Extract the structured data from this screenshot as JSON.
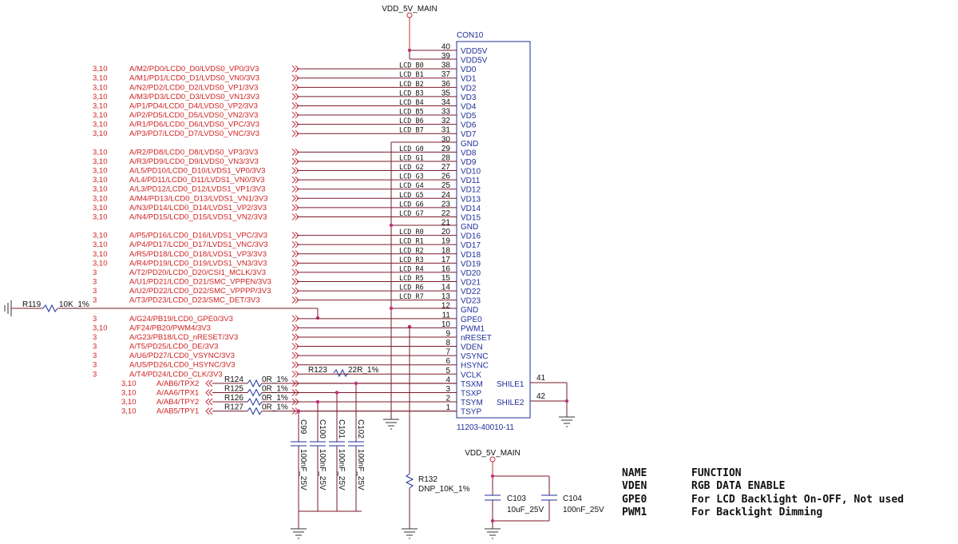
{
  "power": {
    "top": "VDD_5V_MAIN",
    "bottom": "VDD_5V_MAIN"
  },
  "connector": {
    "ref": "CON10",
    "part": "11203-40010-11",
    "shield": [
      {
        "name": "SHILE1",
        "pin": "41"
      },
      {
        "name": "SHILE2",
        "pin": "42"
      }
    ]
  },
  "pins": [
    {
      "pin": "40",
      "name": "VDD5V",
      "net": "",
      "sheet": "",
      "wire": ""
    },
    {
      "pin": "39",
      "name": "VDD5V",
      "net": "",
      "sheet": "",
      "wire": ""
    },
    {
      "pin": "38",
      "name": "VD0",
      "net": "A/M2/PD0/LCD0_D0/LVDS0_VP0/3V3",
      "sheet": "3,10",
      "wire": "LCD B0"
    },
    {
      "pin": "37",
      "name": "VD1",
      "net": "A/M1/PD1/LCD0_D1/LVDS0_VN0/3V3",
      "sheet": "3,10",
      "wire": "LCD B1"
    },
    {
      "pin": "36",
      "name": "VD2",
      "net": "A/N2/PD2/LCD0_D2/LVDS0_VP1/3V3",
      "sheet": "3,10",
      "wire": "LCD B2"
    },
    {
      "pin": "35",
      "name": "VD3",
      "net": "A/M3/PD3/LCD0_D3/LVDS0_VN1/3V3",
      "sheet": "3,10",
      "wire": "LCD B3"
    },
    {
      "pin": "34",
      "name": "VD4",
      "net": "A/P1/PD4/LCD0_D4/LVDS0_VP2/3V3",
      "sheet": "3,10",
      "wire": "LCD B4"
    },
    {
      "pin": "33",
      "name": "VD5",
      "net": "A/P2/PD5/LCD0_D5/LVDS0_VN2/3V3",
      "sheet": "3,10",
      "wire": "LCD B5"
    },
    {
      "pin": "32",
      "name": "VD6",
      "net": "A/R1/PD6/LCD0_D6/LVDS0_VPC/3V3",
      "sheet": "3,10",
      "wire": "LCD B6"
    },
    {
      "pin": "31",
      "name": "VD7",
      "net": "A/P3/PD7/LCD0_D7/LVDS0_VNC/3V3",
      "sheet": "3,10",
      "wire": "LCD B7"
    },
    {
      "pin": "30",
      "name": "GND",
      "net": "",
      "sheet": "",
      "wire": ""
    },
    {
      "pin": "29",
      "name": "VD8",
      "net": "A/R2/PD8/LCD0_D8/LVDS0_VP3/3V3",
      "sheet": "3,10",
      "wire": "LCD G0"
    },
    {
      "pin": "28",
      "name": "VD9",
      "net": "A/R3/PD9/LCD0_D9/LVDS0_VN3/3V3",
      "sheet": "3,10",
      "wire": "LCD G1"
    },
    {
      "pin": "27",
      "name": "VD10",
      "net": "A/L5/PD10/LCD0_D10/LVDS1_VP0/3V3",
      "sheet": "3,10",
      "wire": "LCD G2"
    },
    {
      "pin": "26",
      "name": "VD11",
      "net": "A/L4/PD11/LCD0_D11/LVDS1_VN0/3V3",
      "sheet": "3,10",
      "wire": "LCD G3"
    },
    {
      "pin": "25",
      "name": "VD12",
      "net": "A/L3/PD12/LCD0_D12/LVDS1_VP1/3V3",
      "sheet": "3,10",
      "wire": "LCD G4"
    },
    {
      "pin": "24",
      "name": "VD13",
      "net": "A/M4/PD13/LCD0_D13/LVDS1_VN1/3V3",
      "sheet": "3,10",
      "wire": "LCD G5"
    },
    {
      "pin": "23",
      "name": "VD14",
      "net": "A/N3/PD14/LCD0_D14/LVDS1_VP2/3V3",
      "sheet": "3,10",
      "wire": "LCD G6"
    },
    {
      "pin": "22",
      "name": "VD15",
      "net": "A/N4/PD15/LCD0_D15/LVDS1_VN2/3V3",
      "sheet": "3,10",
      "wire": "LCD G7"
    },
    {
      "pin": "21",
      "name": "GND",
      "net": "",
      "sheet": "",
      "wire": ""
    },
    {
      "pin": "20",
      "name": "VD16",
      "net": "A/P5/PD16/LCD0_D16/LVDS1_VPC/3V3",
      "sheet": "3,10",
      "wire": "LCD R0"
    },
    {
      "pin": "19",
      "name": "VD17",
      "net": "A/P4/PD17/LCD0_D17/LVDS1_VNC/3V3",
      "sheet": "3,10",
      "wire": "LCD R1"
    },
    {
      "pin": "18",
      "name": "VD18",
      "net": "A/R5/PD18/LCD0_D18/LVDS1_VP3/3V3",
      "sheet": "3,10",
      "wire": "LCD R2"
    },
    {
      "pin": "17",
      "name": "VD19",
      "net": "A/R4/PD19/LCD0_D19/LVDS1_VN3/3V3",
      "sheet": "3,10",
      "wire": "LCD R3"
    },
    {
      "pin": "16",
      "name": "VD20",
      "net": "A/T2/PD20/LCD0_D20/CSI1_MCLK/3V3",
      "sheet": "3",
      "wire": "LCD R4"
    },
    {
      "pin": "15",
      "name": "VD21",
      "net": "A/U1/PD21/LCD0_D21/SMC_VPPEN/3V3",
      "sheet": "3",
      "wire": "LCD R5"
    },
    {
      "pin": "14",
      "name": "VD22",
      "net": "A/U2/PD22/LCD0_D22/SMC_VPPPP/3V3",
      "sheet": "3",
      "wire": "LCD R6"
    },
    {
      "pin": "13",
      "name": "VD23",
      "net": "A/T3/PD23/LCD0_D23/SMC_DET/3V3",
      "sheet": "3",
      "wire": "LCD R7"
    },
    {
      "pin": "12",
      "name": "GND",
      "net": "",
      "sheet": "",
      "wire": ""
    },
    {
      "pin": "11",
      "name": "GPE0",
      "net": "A/G24/PB19/LCD0_GPE0/3V3",
      "sheet": "3",
      "wire": ""
    },
    {
      "pin": "10",
      "name": "PWM1",
      "net": "A/F24/PB20/PWM4/3V3",
      "sheet": "3,10",
      "wire": ""
    },
    {
      "pin": "9",
      "name": "nRESET",
      "net": "A/G23/PB18/LCD_nRESET/3V3",
      "sheet": "3",
      "wire": ""
    },
    {
      "pin": "8",
      "name": "VDEN",
      "net": "A/T5/PD25/LCD0_DE/3V3",
      "sheet": "3",
      "wire": ""
    },
    {
      "pin": "7",
      "name": "VSYNC",
      "net": "A/U6/PD27/LCD0_VSYNC/3V3",
      "sheet": "3",
      "wire": ""
    },
    {
      "pin": "6",
      "name": "HSYNC",
      "net": "A/U5/PD26/LCD0_HSYNC/3V3",
      "sheet": "3",
      "wire": ""
    },
    {
      "pin": "5",
      "name": "VCLK",
      "net": "A/T4/PD24/LCD0_CLK/3V3",
      "sheet": "3",
      "wire": ""
    },
    {
      "pin": "4",
      "name": "TSXM",
      "net": "A/AB6/TPX2",
      "sheet": "3,10",
      "wire": ""
    },
    {
      "pin": "3",
      "name": "TSXP",
      "net": "A/AA6/TPX1",
      "sheet": "3,10",
      "wire": ""
    },
    {
      "pin": "2",
      "name": "TSYM",
      "net": "A/AB4/TPY2",
      "sheet": "3,10",
      "wire": ""
    },
    {
      "pin": "1",
      "name": "TSYP",
      "net": "A/AB5/TPY1",
      "sheet": "3,10",
      "wire": ""
    }
  ],
  "resistors": {
    "r119": {
      "ref": "R119",
      "value": "10K_1%"
    },
    "r123": {
      "ref": "R123",
      "value": "22R_1%"
    },
    "r132": {
      "ref": "R132",
      "value": "DNP_10K_1%"
    },
    "touch": [
      {
        "ref": "R124",
        "value": "0R_1%"
      },
      {
        "ref": "R125",
        "value": "0R_1%"
      },
      {
        "ref": "R126",
        "value": "0R_1%"
      },
      {
        "ref": "R127",
        "value": "0R_1%"
      }
    ]
  },
  "capacitors": {
    "touch": [
      {
        "ref": "C99",
        "value": "100nF_25V"
      },
      {
        "ref": "C100",
        "value": "100nF_25V"
      },
      {
        "ref": "C101",
        "value": "100nF_25V"
      },
      {
        "ref": "C102",
        "value": "100nF_25V"
      }
    ],
    "supply": [
      {
        "ref": "C103",
        "value": "10uF_25V"
      },
      {
        "ref": "C104",
        "value": "100nF_25V"
      }
    ]
  },
  "legend": {
    "header": {
      "name": "NAME",
      "function": "FUNCTION"
    },
    "rows": [
      {
        "name": "VDEN",
        "function": "RGB DATA ENABLE"
      },
      {
        "name": "GPE0",
        "function": "For LCD Backlight On-OFF, Not used"
      },
      {
        "name": "PWM1",
        "function": "For Backlight Dimming"
      }
    ]
  }
}
